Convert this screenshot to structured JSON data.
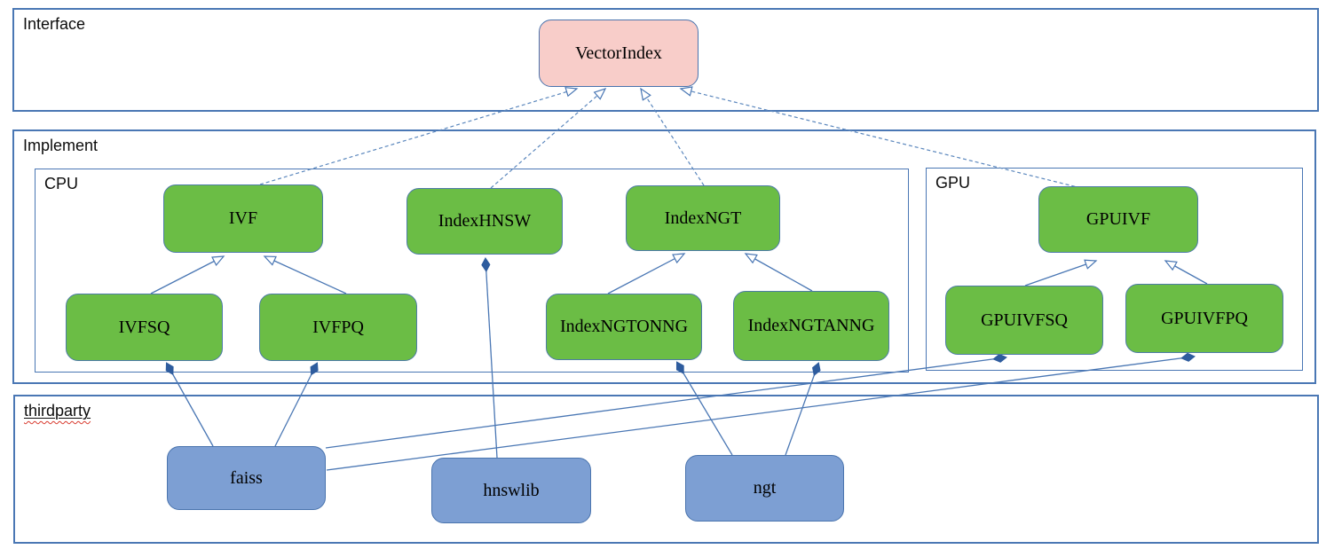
{
  "containers": {
    "interface": {
      "label": "Interface"
    },
    "implement": {
      "label": "Implement"
    },
    "cpu": {
      "label": "CPU"
    },
    "gpu": {
      "label": "GPU"
    },
    "thirdparty": {
      "label": "thirdparty"
    }
  },
  "nodes": {
    "vectorindex": {
      "label": "VectorIndex"
    },
    "ivf": {
      "label": "IVF"
    },
    "indexhnsw": {
      "label": "IndexHNSW"
    },
    "indexngt": {
      "label": "IndexNGT"
    },
    "ivfsq": {
      "label": "IVFSQ"
    },
    "ivfpq": {
      "label": "IVFPQ"
    },
    "indexngtonng": {
      "label": "IndexNGTONNG"
    },
    "indexngtanng": {
      "label": "IndexNGTANNG"
    },
    "gpuivf": {
      "label": "GPUIVF"
    },
    "gpuivfsq": {
      "label": "GPUIVFSQ"
    },
    "gpuivfpq": {
      "label": "GPUIVFPQ"
    },
    "faiss": {
      "label": "faiss"
    },
    "hnswlib": {
      "label": "hnswlib"
    },
    "ngt": {
      "label": "ngt"
    }
  },
  "relations": [
    {
      "from": "IVF",
      "to": "VectorIndex",
      "type": "realization-dashed-hollow-arrow"
    },
    {
      "from": "IndexHNSW",
      "to": "VectorIndex",
      "type": "realization-dashed-hollow-arrow"
    },
    {
      "from": "IndexNGT",
      "to": "VectorIndex",
      "type": "realization-dashed-hollow-arrow"
    },
    {
      "from": "GPUIVF",
      "to": "VectorIndex",
      "type": "realization-dashed-hollow-arrow"
    },
    {
      "from": "IVFSQ",
      "to": "IVF",
      "type": "inheritance-hollow-arrow"
    },
    {
      "from": "IVFPQ",
      "to": "IVF",
      "type": "inheritance-hollow-arrow"
    },
    {
      "from": "IndexNGTONNG",
      "to": "IndexNGT",
      "type": "inheritance-hollow-arrow"
    },
    {
      "from": "IndexNGTANNG",
      "to": "IndexNGT",
      "type": "inheritance-hollow-arrow"
    },
    {
      "from": "GPUIVFSQ",
      "to": "GPUIVF",
      "type": "inheritance-hollow-arrow"
    },
    {
      "from": "GPUIVFPQ",
      "to": "GPUIVF",
      "type": "inheritance-hollow-arrow"
    },
    {
      "from": "hnswlib",
      "to": "IndexHNSW",
      "type": "composition-filled-diamond"
    },
    {
      "from": "faiss",
      "to": "IVFSQ",
      "type": "composition-filled-diamond"
    },
    {
      "from": "faiss",
      "to": "IVFPQ",
      "type": "composition-filled-diamond"
    },
    {
      "from": "faiss",
      "to": "GPUIVFSQ",
      "type": "composition-filled-diamond"
    },
    {
      "from": "faiss",
      "to": "GPUIVFPQ",
      "type": "composition-filled-diamond"
    },
    {
      "from": "ngt",
      "to": "IndexNGTONNG",
      "type": "composition-filled-diamond"
    },
    {
      "from": "ngt",
      "to": "IndexNGTANNG",
      "type": "composition-filled-diamond"
    }
  ],
  "colors": {
    "line": "#4a77b4",
    "interface_node_fill": "#f8cdc9",
    "implement_node_fill": "#6bbd45",
    "thirdparty_node_fill": "#7d9fd3",
    "diamond_fill": "#2e5c9e",
    "spellcheck_underline": "#d83a2e"
  }
}
